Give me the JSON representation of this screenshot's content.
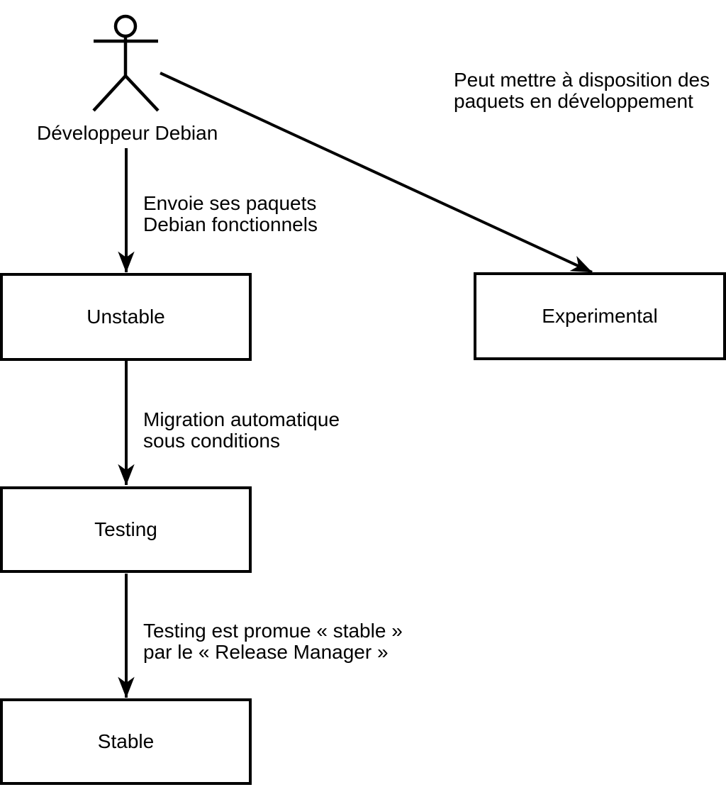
{
  "diagram": {
    "background_color": "#ffffff",
    "stroke_color": "#000000",
    "actor": {
      "label": "Développeur Debian"
    },
    "nodes": [
      {
        "id": "unstable",
        "label": "Unstable"
      },
      {
        "id": "experimental",
        "label": "Experimental"
      },
      {
        "id": "testing",
        "label": "Testing"
      },
      {
        "id": "stable",
        "label": "Stable"
      }
    ],
    "edges": [
      {
        "from": "developpeur-debian",
        "to": "unstable",
        "label_line1": "Envoie ses paquets",
        "label_line2": "Debian fonctionnels"
      },
      {
        "from": "developpeur-debian",
        "to": "experimental",
        "label_line1": "Peut mettre à disposition des",
        "label_line2": "paquets en développement"
      },
      {
        "from": "unstable",
        "to": "testing",
        "label_line1": "Migration automatique",
        "label_line2": "sous conditions"
      },
      {
        "from": "testing",
        "to": "stable",
        "label_line1": "Testing est promue « stable »",
        "label_line2": "par le « Release Manager »"
      }
    ]
  }
}
